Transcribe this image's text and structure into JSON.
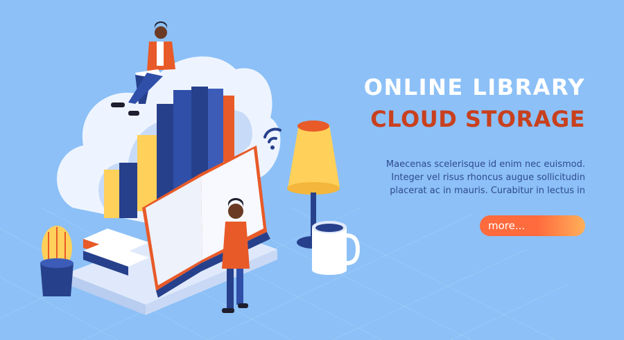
{
  "banner": {
    "title_primary": "ONLINE LIBRARY",
    "title_secondary": "CLOUD STORAGE",
    "description": "Maecenas scelerisque id enim nec euismod. Integer vel risus rhoncus augue sollicitudin placerat ac in mauris. Curabitur in lectus in",
    "button_label": "more..."
  },
  "colors": {
    "background": "#8cc0f7",
    "title_primary": "#ffffff",
    "title_secondary": "#c8401e",
    "description": "#2f4a8c",
    "button_start": "#ff6b3d",
    "button_end": "#ffb05a",
    "cloud": "#eef4ff",
    "book_blue": "#27408b",
    "book_yellow": "#ffd05a",
    "book_orange": "#e85a28"
  },
  "illustration": {
    "icons": [
      "cloud-icon",
      "book-stack-icon",
      "open-book-icon",
      "wifi-icon",
      "lamp-icon",
      "mug-icon",
      "cactus-icon",
      "person-reading-icon",
      "person-standing-icon"
    ]
  }
}
